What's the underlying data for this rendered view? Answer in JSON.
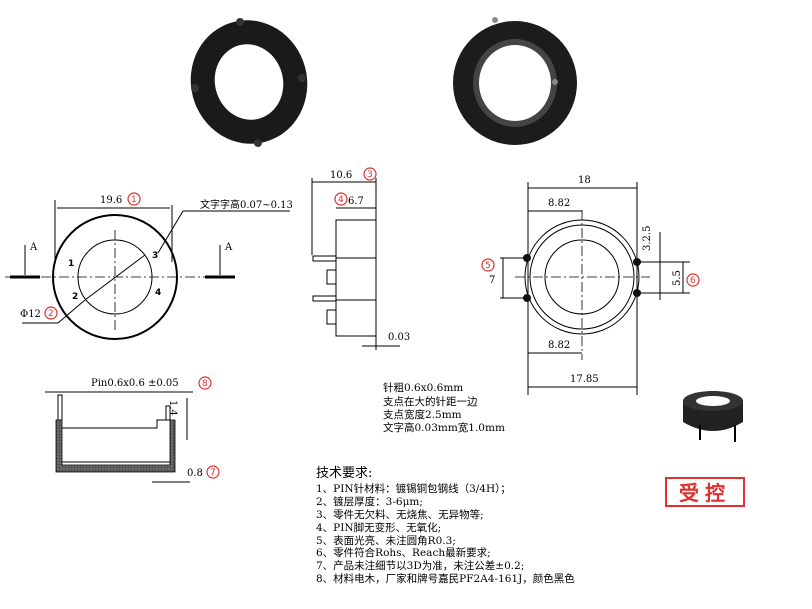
{
  "photos": {
    "front": "part-photo-front",
    "back": "part-photo-back",
    "iso": "part-iso-view"
  },
  "front_view": {
    "width_dim": "19.6",
    "width_ref": "1",
    "dia_dim": "Φ12",
    "dia_ref": "2",
    "text_note": "文字字高0.07~0.13",
    "section_label": "A",
    "pins": [
      "1",
      "2",
      "3",
      "4"
    ]
  },
  "side_view": {
    "depth_dim": "10.6",
    "depth_ref": "3",
    "inner_dim": "6.7",
    "inner_ref": "4",
    "gap_dim": "0.03"
  },
  "bottom_view": {
    "width_top": "18",
    "half_top": "8.82",
    "half_bottom": "8.82",
    "width_bottom": "17.85",
    "pin_span_left": "7",
    "pin_span_left_ref": "5",
    "pin_span_right": "5.5",
    "pin_span_right_ref": "6",
    "pin_offset": "3.2.5"
  },
  "section_view": {
    "pin_note": "Pin0.6x0.6 ±0.05",
    "pin_ref": "8",
    "height_dim": "1.4",
    "wall_dim": "0.8",
    "wall_ref": "7"
  },
  "notes": [
    "针粗0.6x0.6mm",
    "支点在大的针距一边",
    "支点宽度2.5mm",
    "文字高0.03mm宽1.0mm"
  ],
  "requirements": {
    "title": "技术要求:",
    "items": [
      "1、PIN针材料：镀锡铜包钢线（3/4H）；",
      "2、镀层厚度：3-6μm;",
      "3、零件无欠料、无烧焦、无异物等;",
      "4、PIN脚无变形、无氧化;",
      "5、表面光亮、未注圆角R0.3;",
      "6、零件符合Rohs、Reach最新要求;",
      "7、产品未注细节以3D为准，未注公差±0.2;",
      "8、材料电木，厂家和牌号嘉民PF2A4-161J，颜色黑色"
    ]
  },
  "stamp": "受控",
  "colors": {
    "ref_circle": "#e03030",
    "stamp": "#e03030",
    "part": "#1a1a1a"
  }
}
